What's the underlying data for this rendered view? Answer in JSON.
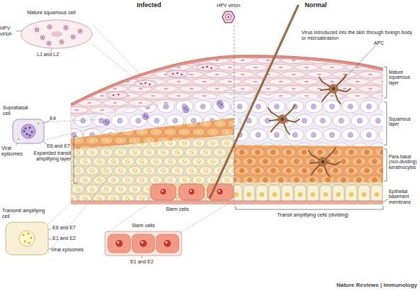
{
  "diagram": {
    "nodes": [
      {
        "text": [
          "Mature squamous cell"
        ]
      },
      {
        "text": [
          "Suprabasal cell"
        ]
      },
      {
        "text": [
          "Transmit amplifying cell"
        ]
      },
      {
        "text": [
          "Stem cells"
        ]
      }
    ],
    "labels": [
      "Infected",
      "HPV virion",
      "Normal",
      "HPV virion",
      "L1 and L2",
      "Virus introduced into the skin through foreign body or microabrasion",
      "APC",
      "Mature squamous layer",
      "E4",
      "Viral episomes",
      "E6 and E7",
      "Squamous layer",
      "Expanded transit amplifying layer",
      "Para-basal (non-dividing) keratinocytes",
      "E6 and E7",
      "E1 and E2",
      "Viral episomes",
      "Stem cells",
      "Epithelial basement membrane",
      "Transit amplifying cells (dividing)",
      "E1 and E2",
      "Nature Reviews | Immunology"
    ]
  }
}
